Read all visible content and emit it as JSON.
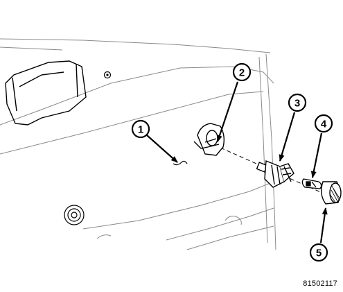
{
  "figure_code": "81502117",
  "callouts": [
    {
      "number": "1",
      "target": "wiring-connector-end"
    },
    {
      "number": "2",
      "target": "lamp-housing-connector"
    },
    {
      "number": "3",
      "target": "bulb-socket"
    },
    {
      "number": "4",
      "target": "bulb"
    },
    {
      "number": "5",
      "target": "lens-cover"
    }
  ],
  "colors": {
    "line": "#000000",
    "light_line": "#888888",
    "background": "#ffffff"
  }
}
